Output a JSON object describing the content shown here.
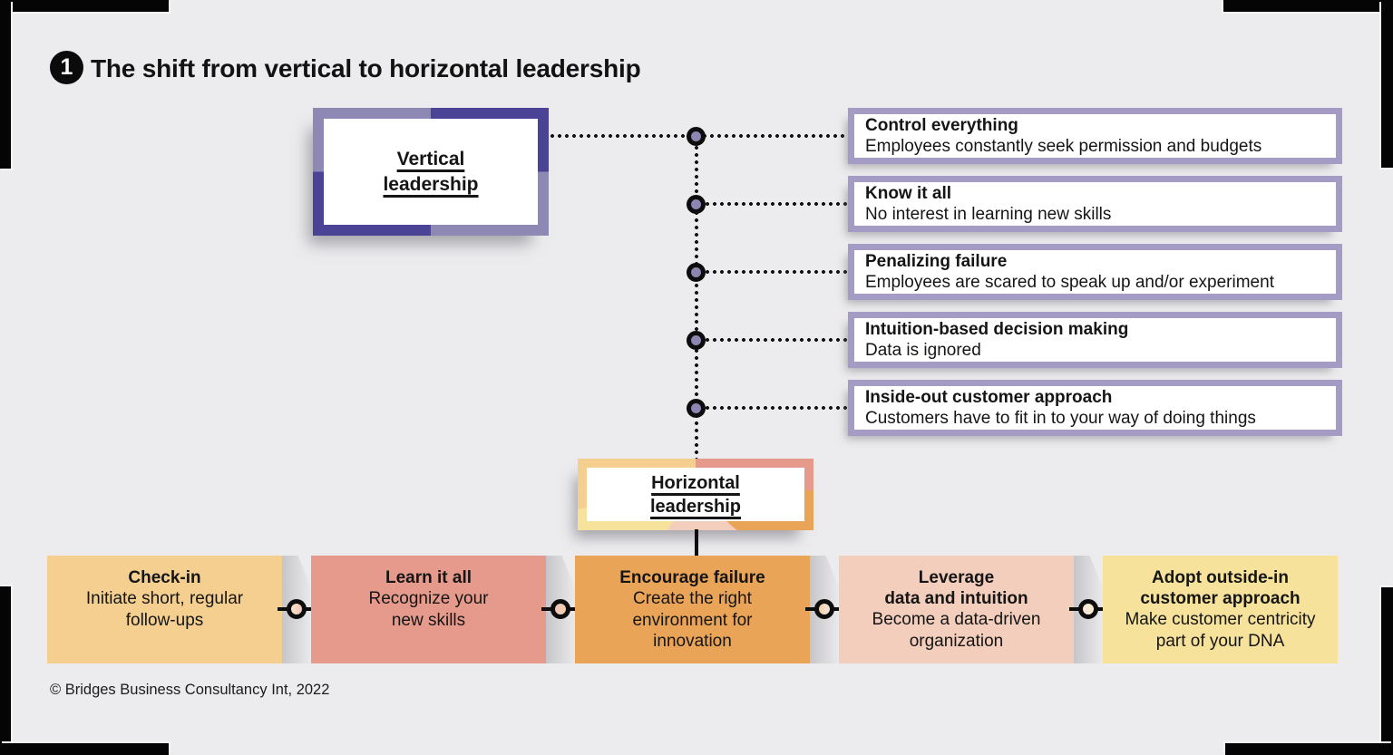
{
  "palette": {
    "background": "#ececee",
    "frame": "#050505",
    "dark_purple": "#4b4396",
    "light_purple": "#8e88b5",
    "lavender_border": "#a49cc4",
    "node_fill": "#8d86b3",
    "tan": "#f5cf90",
    "salmon": "#e69a8c",
    "orange": "#eaa458",
    "pink": "#f3cebc",
    "yellow": "#f6e29b",
    "text": "#151515"
  },
  "header": {
    "badge": "1",
    "title": "The shift from vertical to horizontal leadership"
  },
  "vertical_leadership": {
    "label": "Vertical\nleadership"
  },
  "horizontal_leadership": {
    "label": "Horizontal\nleadership"
  },
  "vertical_traits": [
    {
      "title": "Control everything",
      "description": "Employees constantly seek permission and budgets"
    },
    {
      "title": "Know it all",
      "description": "No interest in learning new skills"
    },
    {
      "title": "Penalizing failure",
      "description": "Employees are scared to speak up and/or experiment"
    },
    {
      "title": "Intuition-based decision making",
      "description": "Data is ignored"
    },
    {
      "title": "Inside-out customer approach",
      "description": "Customers have to fit in to your way of doing things"
    }
  ],
  "horizontal_practices": [
    {
      "title": "Check-in",
      "description": "Initiate short, regular\nfollow-ups",
      "color": "#f5cf90"
    },
    {
      "title": "Learn it all",
      "description": "Recognize your\nnew skills",
      "color": "#e69a8c"
    },
    {
      "title": "Encourage failure",
      "description": "Create the right\nenvironment for\ninnovation",
      "color": "#eaa458"
    },
    {
      "title": "Leverage\ndata and intuition",
      "description": "Become a data-driven\norganization",
      "color": "#f3cebc"
    },
    {
      "title": "Adopt outside-in\ncustomer approach",
      "description": "Make customer centricity\npart of your DNA",
      "color": "#f6e29b"
    }
  ],
  "footer": {
    "copyright": "© Bridges Business Consultancy Int, 2022"
  }
}
